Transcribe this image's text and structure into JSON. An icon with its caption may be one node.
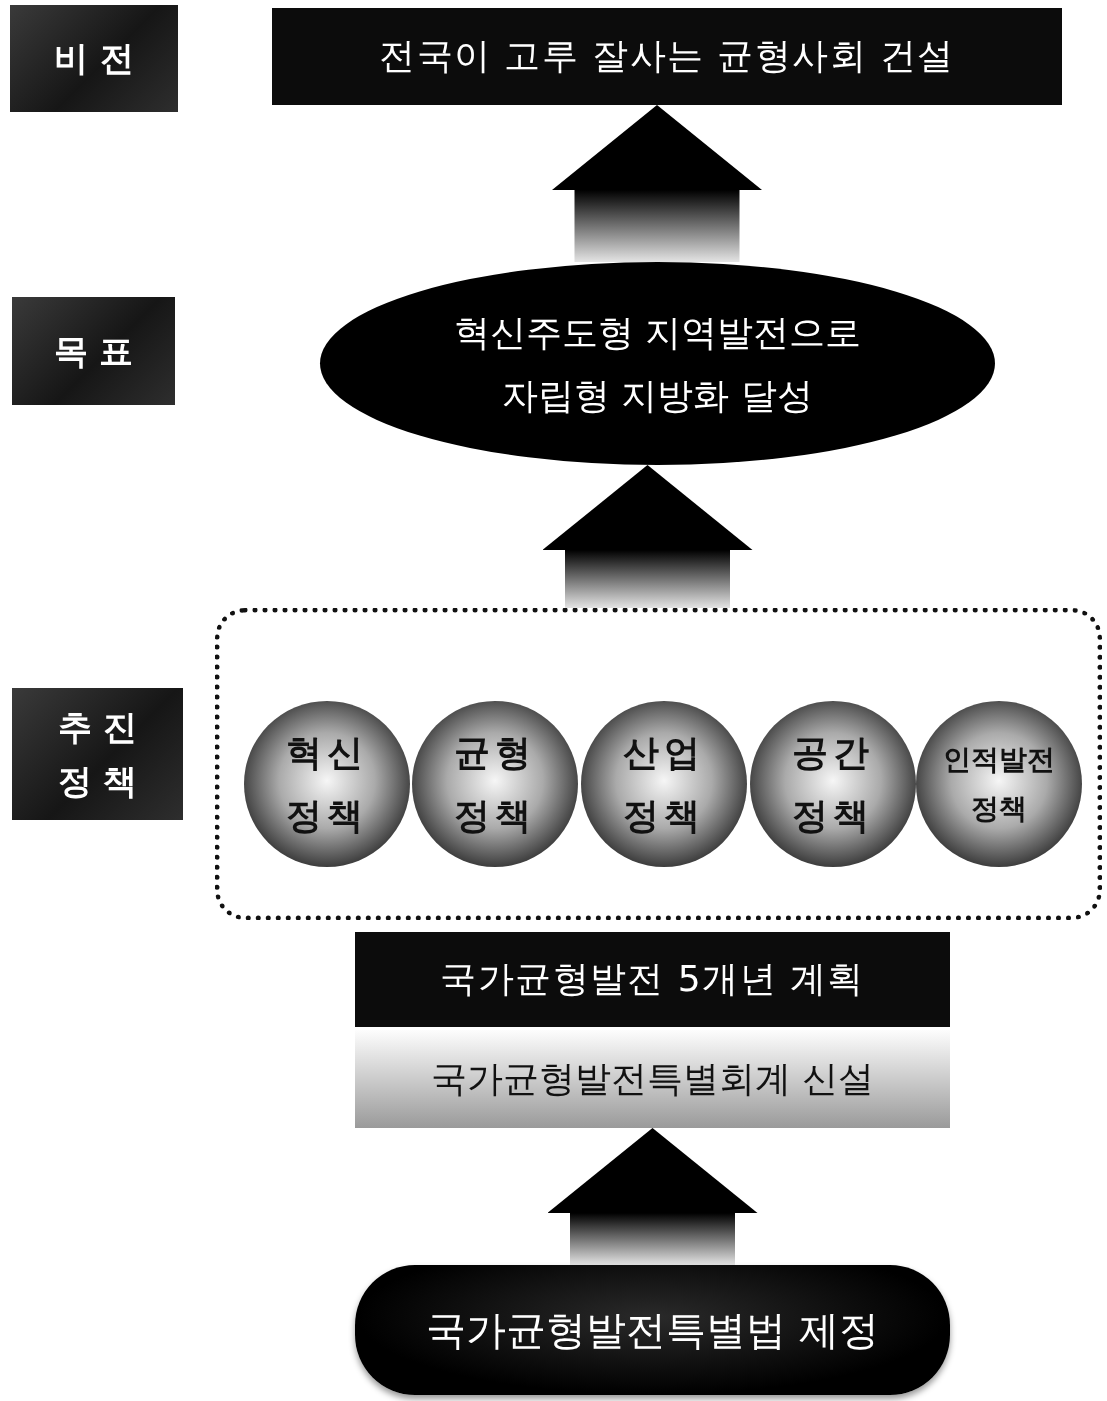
{
  "diagram": {
    "nodes": [
      {
        "text": [
          "비전"
        ]
      },
      {
        "text": [
          "전국이 고루 잘사는 균형사회 건설"
        ]
      },
      {
        "text": [
          "목표"
        ]
      },
      {
        "text": [
          "혁신주도형 지역발전으로 자립형 지방화 달성"
        ]
      },
      {
        "text": [
          "추진 정책"
        ]
      },
      {
        "text": [],
        "shape": "box"
      },
      {
        "text": [
          "혁신 정책"
        ],
        "in": 5
      },
      {
        "text": [
          "균형 정책"
        ],
        "in": 5
      },
      {
        "text": [
          "산업 정책"
        ],
        "in": 5
      },
      {
        "text": [
          "공간 정책"
        ],
        "in": 5
      },
      {
        "text": [
          "인적발전 정책"
        ],
        "in": 5
      },
      {
        "text": [
          "국가균형발전 5개년 계획"
        ]
      },
      {
        "text": [
          "국가균형발전특별회계 신설"
        ]
      },
      {
        "text": [
          "국가균형발전특별법 제정"
        ]
      }
    ],
    "edges": [
      {
        "from": 13,
        "to": 12,
        "arrow": "to"
      },
      {
        "from": 5,
        "to": 3,
        "arrow": "to"
      },
      {
        "from": 3,
        "to": 1,
        "arrow": "to"
      }
    ]
  }
}
